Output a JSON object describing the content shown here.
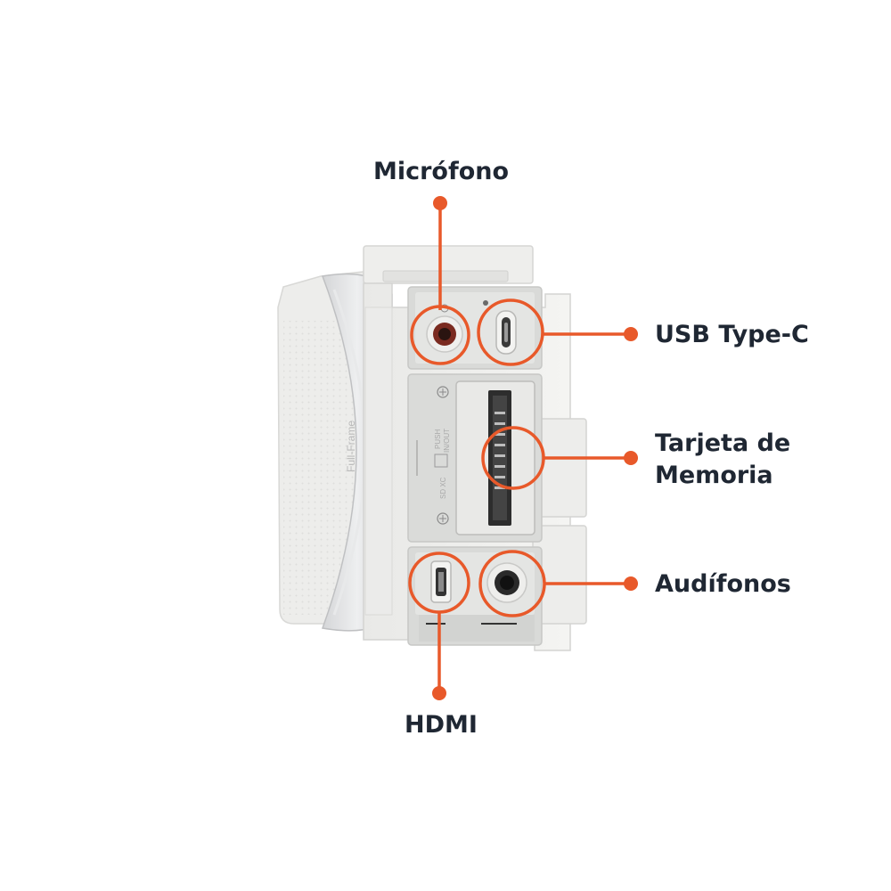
{
  "callouts": {
    "microphone": "Micrófono",
    "usb": "USB Type-C",
    "memory_card_line1": "Tarjeta de",
    "memory_card_line2": "Memoria",
    "headphones": "Audífonos",
    "hdmi": "HDMI"
  },
  "camera": {
    "lens_mount_text": "Full-Frame",
    "card_slot_push_text": "PUSH",
    "card_slot_inout_text": "IN/OUT",
    "sd_logo_text": "SD XC"
  },
  "colors": {
    "accent": "#e8592a",
    "label_text": "#1f2733",
    "body": "#ececea",
    "port_bay": "#d7d8d6"
  }
}
